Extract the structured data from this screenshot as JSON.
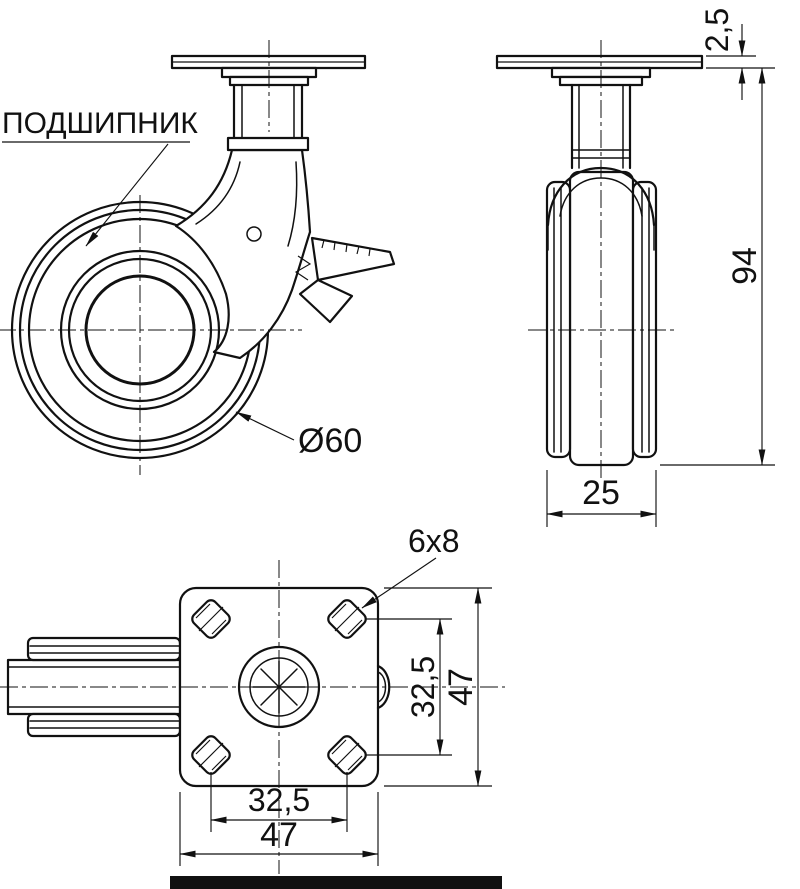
{
  "drawing": {
    "labels": {
      "bearing_callout": "ПОДШИПНИК",
      "wheel_diameter": "Ø60",
      "plate_thickness": "2,5",
      "overall_height": "94",
      "wheel_width": "25",
      "slot_size": "6x8",
      "hole_pitch_vertical": "32,5",
      "plate_height": "47",
      "hole_pitch_horizontal": "32,5",
      "plate_width": "47"
    },
    "colors": {
      "line": "#111111",
      "background": "#ffffff"
    }
  }
}
